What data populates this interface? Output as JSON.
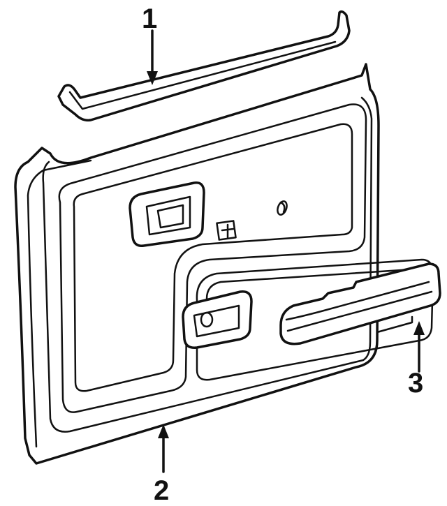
{
  "callouts": {
    "weatherstrip": {
      "number": "1"
    },
    "door_trim_panel": {
      "number": "2"
    },
    "armrest": {
      "number": "3"
    }
  },
  "colors": {
    "ink": "#111111",
    "background": "#ffffff"
  }
}
